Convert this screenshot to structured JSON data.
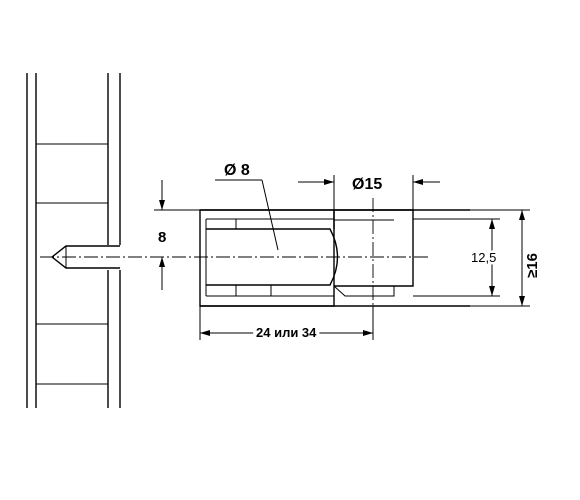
{
  "drawing": {
    "labels": {
      "pin_diameter": "Ø 8",
      "housing_diameter": "Ø15",
      "pin_offset": "8",
      "length": "24 или 34",
      "thickness_inner": "12,5",
      "thickness_min": "≥16"
    },
    "line_color": "#000000",
    "background": "#ffffff"
  }
}
